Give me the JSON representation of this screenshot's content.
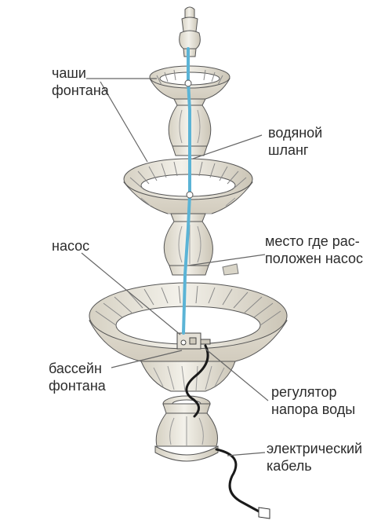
{
  "labels": {
    "bowls": [
      "чаши",
      "фонтана"
    ],
    "hose": [
      "водяной",
      "шланг"
    ],
    "pump": [
      "насос"
    ],
    "pump_location": [
      "место где рас-",
      "положен насос"
    ],
    "basin": [
      "бассейн",
      "фонтана"
    ],
    "regulator": [
      "регулятор",
      "напора воды"
    ],
    "cable": [
      "электрический",
      "кабель"
    ]
  },
  "colors": {
    "hose": "#5bb4d6",
    "stone": "#efece3",
    "stone_shade": "#cfcabd",
    "outline": "#555555",
    "leader": "#666666",
    "cable": "#1a1a1a",
    "water": "#ffffff"
  }
}
